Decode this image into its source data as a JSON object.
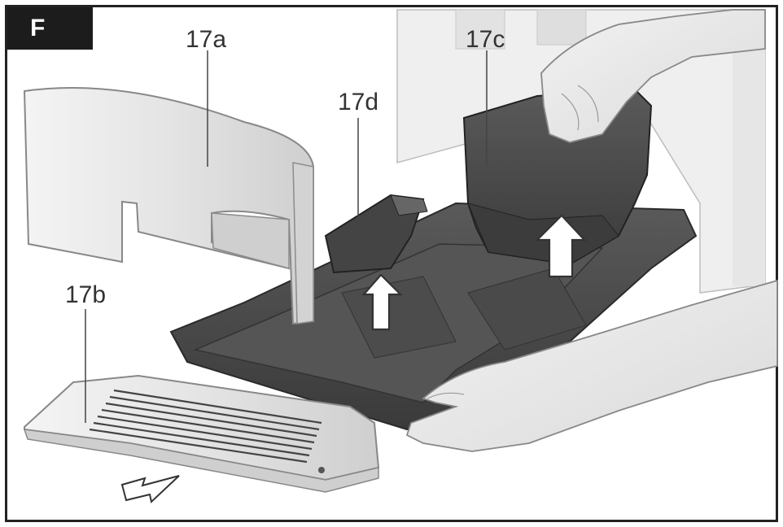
{
  "figure": {
    "badge": "F",
    "labels": {
      "a": "17a",
      "b": "17b",
      "c": "17c",
      "d": "17d"
    }
  },
  "colors": {
    "frame": "#222222",
    "badge_bg": "#1c1c1c",
    "dark_part": "#4a4a4a",
    "light_part": "#e6e6e6"
  }
}
